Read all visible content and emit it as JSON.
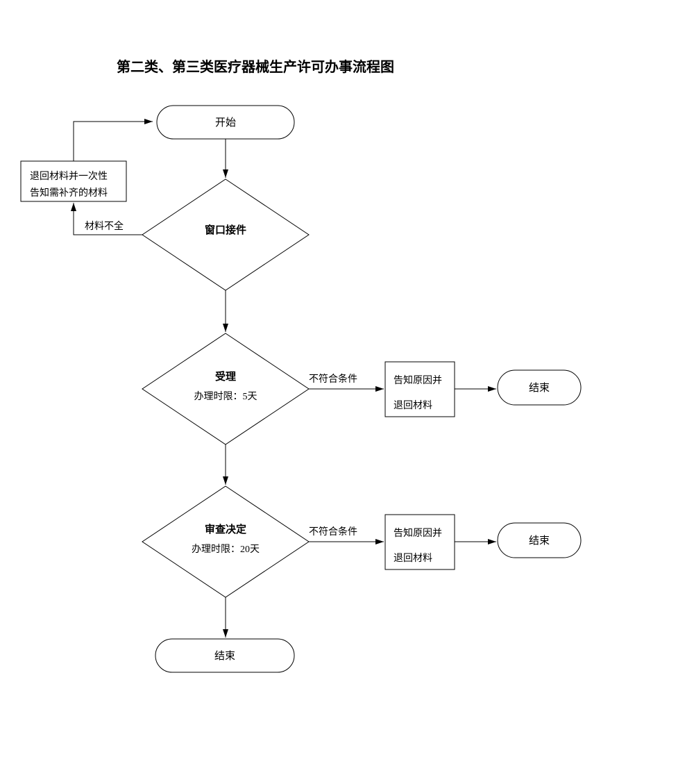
{
  "title": "第二类、第三类医疗器械生产许可办事流程图",
  "nodes": {
    "start": {
      "label": "开始"
    },
    "return_materials_box": {
      "line1": "退回材料并一次性",
      "line2": "告知需补齐的材料"
    },
    "window_accept": {
      "label": "窗口接件"
    },
    "acceptance": {
      "label": "受理",
      "time_limit": "办理时限：5天"
    },
    "review_decision": {
      "label": "审查决定",
      "time_limit": "办理时限：20天"
    },
    "notify_return_1": {
      "line1": "告知原因并",
      "line2": "退回材料"
    },
    "end_1": {
      "label": "结束"
    },
    "notify_return_2": {
      "line1": "告知原因并",
      "line2": "退回材料"
    },
    "end_2": {
      "label": "结束"
    },
    "end_final": {
      "label": "结束"
    }
  },
  "edges": {
    "materials_incomplete": "材料不全",
    "not_meet_conditions_1": "不符合条件",
    "not_meet_conditions_2": "不符合条件"
  },
  "colors": {
    "stroke": "#000000",
    "background": "#ffffff",
    "text": "#000000"
  }
}
